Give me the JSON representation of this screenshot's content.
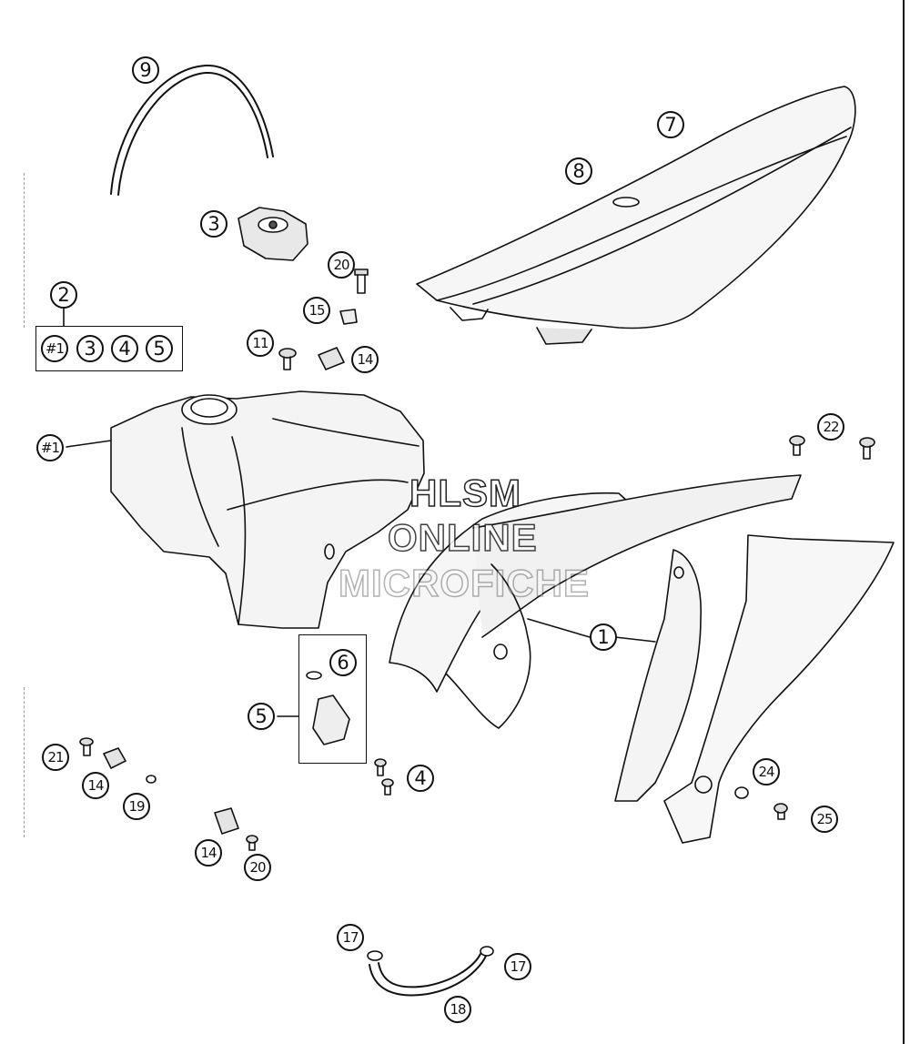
{
  "callouts": {
    "c1": "1",
    "c2": "2",
    "c3": "3",
    "c4": "4",
    "c5": "5",
    "c6": "6",
    "c7": "7",
    "c8": "8",
    "c9": "9",
    "c11": "11",
    "c14a": "14",
    "c14b": "14",
    "c14c": "14",
    "c15": "15",
    "c17a": "17",
    "c17b": "17",
    "c18": "18",
    "c19": "19",
    "c20a": "20",
    "c20b": "20",
    "c21": "21",
    "c22": "22",
    "c24": "24",
    "c25": "25",
    "hash1a": "#1",
    "hash1b": "#1"
  },
  "kit_box": {
    "items": [
      "#1",
      "3",
      "4",
      "5"
    ]
  },
  "watermark": {
    "line1": "HLSM",
    "line2": "ONLINE",
    "line3": "MICROFICHE"
  }
}
